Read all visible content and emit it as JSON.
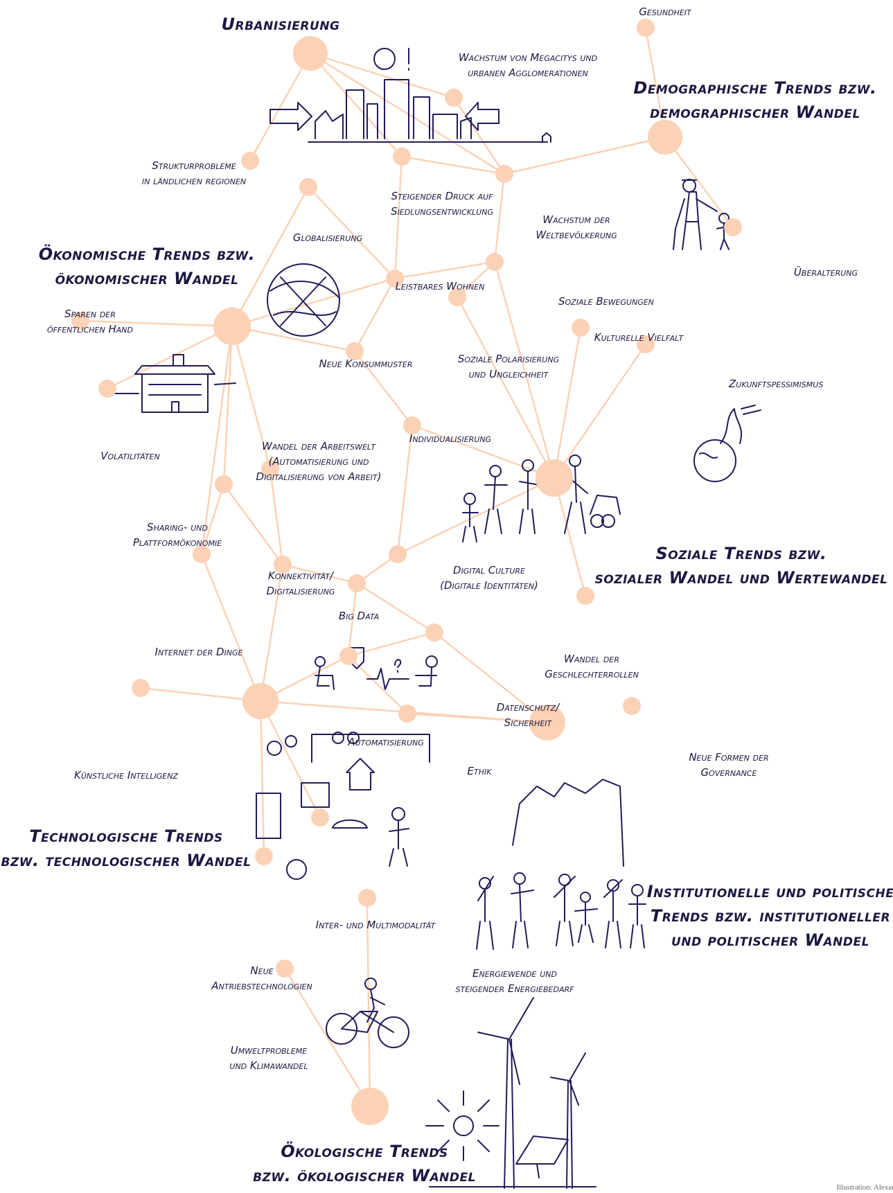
{
  "colors": {
    "node": "#fbd2b5",
    "edge": "#fbd2b5",
    "ink": "#1f1b5a"
  },
  "hubs": {
    "urbanisierung": "Urbanisierung",
    "demographisch": [
      "Demographische Trends bzw.",
      "demographischer Wandel"
    ],
    "oekonomisch": [
      "Ökonomische Trends bzw.",
      "ökonomischer Wandel"
    ],
    "sozial": [
      "Soziale Trends bzw.",
      "sozialer Wandel und Wertewandel"
    ],
    "technologisch": [
      "Technologische Trends",
      "bzw. technologischer Wandel"
    ],
    "institutionell": [
      "Institutionelle und politische",
      "Trends bzw. institutioneller",
      "und politischer Wandel"
    ],
    "oekologisch": [
      "Ökologische Trends",
      "bzw. ökologischer Wandel"
    ]
  },
  "trends": {
    "gesundheit": "Gesundheit",
    "megacitys": [
      "Wachstum von Megacitys und",
      "urbanen Agglomerationen"
    ],
    "strukturprobleme": [
      "Strukturprobleme",
      "in ländlichen regionen"
    ],
    "siedlungsdruck": [
      "Steigender Druck auf",
      "Siedlungsentwicklung"
    ],
    "weltbevoelkerung": [
      "Wachstum der",
      "Weltbevölkerung"
    ],
    "ueberalterung": "Überalterung",
    "globalisierung": "Globalisierung",
    "leistbares_wohnen": "Leistbares Wohnen",
    "soziale_bewegungen": "Soziale Bewegungen",
    "sparen": [
      "Sparen der",
      "öffentlichen Hand"
    ],
    "kulturelle_vielfalt": "Kulturelle Vielfalt",
    "konsummuster": "Neue Konsummuster",
    "polarisierung": [
      "Soziale Polarisierung",
      "und Ungleichheit"
    ],
    "zukunftspessimismus": "Zukunftspessimismus",
    "volatilitaeten": "Volatilitäten",
    "arbeitswelt": [
      "Wandel der Arbeitswelt",
      "(Automatisierung und",
      "Digitalisierung von Arbeit)"
    ],
    "individualisierung": "Individualisierung",
    "sharing": [
      "Sharing- und",
      "Plattformökonomie"
    ],
    "konnektivitaet": [
      "Konnektivität/",
      "Digitalisierung"
    ],
    "digital_culture": [
      "Digital Culture",
      "(Digitale Identitäten)"
    ],
    "big_data": "Big Data",
    "internet_dinge": "Internet der Dinge",
    "geschlechterrollen": [
      "Wandel der",
      "Geschlechterrollen"
    ],
    "datenschutz": [
      "Datenschutz/",
      "Sicherheit"
    ],
    "automatisierung": "Automatisierung",
    "ki": "Künstliche Intelligenz",
    "ethik": "Ethik",
    "governance": [
      "Neue Formen der",
      "Governance"
    ],
    "multimodalitaet": "Inter- und Multimodalität",
    "antriebe": [
      "Neue",
      "Antriebstechnologien"
    ],
    "energiewende": [
      "Energiewende und",
      "steigender Energiebedarf"
    ],
    "umweltprobleme": [
      "Umweltprobleme",
      "und Klimawandel"
    ]
  },
  "credit": "Illustration: Alexandra Dier"
}
